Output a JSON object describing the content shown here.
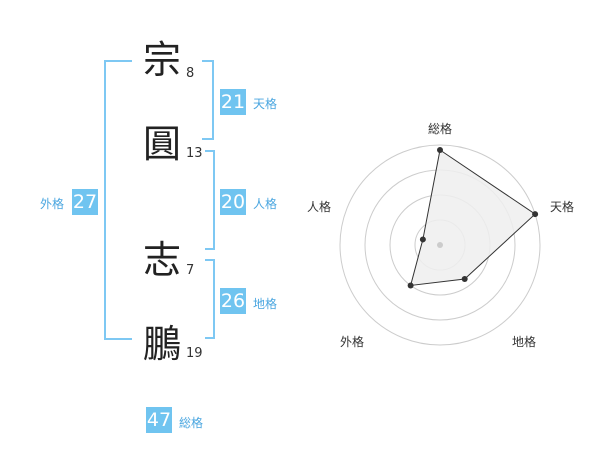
{
  "name_chars": [
    {
      "char": "宗",
      "strokes": "8"
    },
    {
      "char": "圓",
      "strokes": "13"
    },
    {
      "char": "志",
      "strokes": "7"
    },
    {
      "char": "鵬",
      "strokes": "19"
    }
  ],
  "grids": {
    "ten": {
      "value": "21",
      "label": "天格"
    },
    "jin": {
      "value": "20",
      "label": "人格"
    },
    "chi": {
      "value": "26",
      "label": "地格"
    },
    "gai": {
      "value": "27",
      "label": "外格"
    },
    "so": {
      "value": "47",
      "label": "総格"
    }
  },
  "radar": {
    "axes": [
      "総格",
      "天格",
      "地格",
      "外格",
      "人格"
    ],
    "levels": 4,
    "values": [
      0.95,
      1.0,
      0.42,
      0.5,
      0.18
    ],
    "colors": {
      "grid": "#cccccc",
      "fill": "#eeeeee",
      "line": "#333333",
      "point": "#333333",
      "center": "#cccccc"
    }
  },
  "colors": {
    "accent": "#70c4f0",
    "bracket": "#7ec8f3",
    "label": "#4aa6e0"
  }
}
